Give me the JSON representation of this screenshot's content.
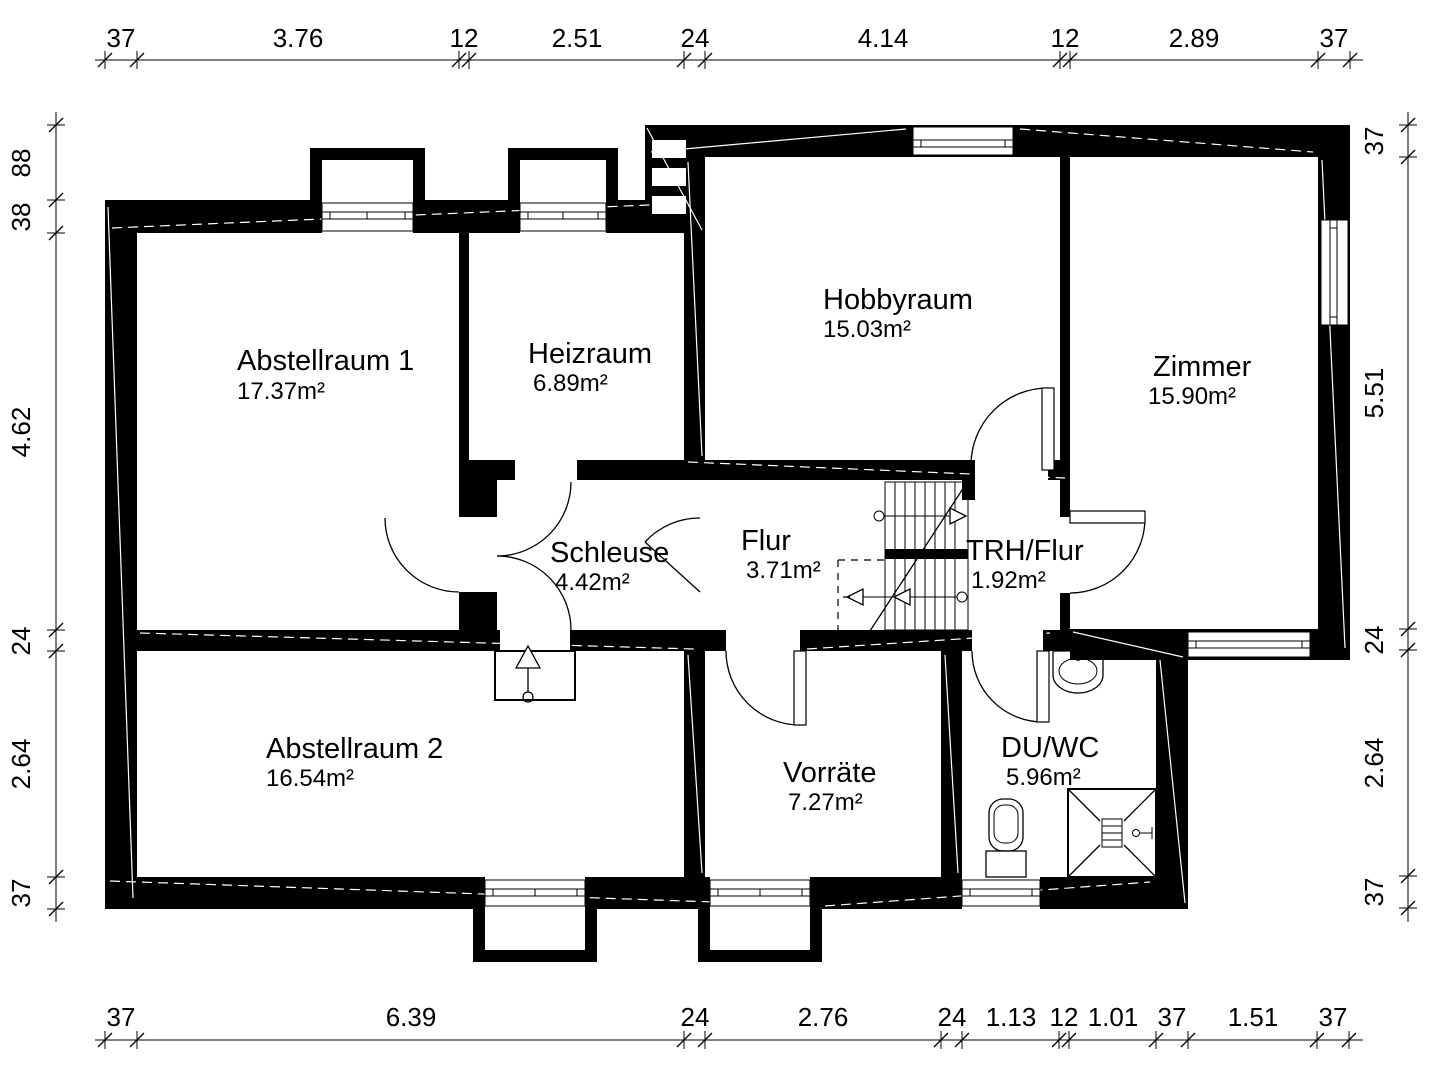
{
  "colors": {
    "ink": "#000000",
    "paper": "#ffffff"
  },
  "rooms": [
    {
      "id": "abstellraum-1",
      "name": "Abstellraum 1",
      "area": "17.37m²"
    },
    {
      "id": "heizraum",
      "name": "Heizraum",
      "area": "6.89m²"
    },
    {
      "id": "hobbyraum",
      "name": "Hobbyraum",
      "area": "15.03m²"
    },
    {
      "id": "zimmer",
      "name": "Zimmer",
      "area": "15.90m²"
    },
    {
      "id": "schleuse",
      "name": "Schleuse",
      "area": "4.42m²"
    },
    {
      "id": "flur",
      "name": "Flur",
      "area": "3.71m²"
    },
    {
      "id": "trh-flur",
      "name": "TRH/Flur",
      "area": "1.92m²"
    },
    {
      "id": "abstellraum-2",
      "name": "Abstellraum 2",
      "area": "16.54m²"
    },
    {
      "id": "vorraete",
      "name": "Vorräte",
      "area": "7.27m²"
    },
    {
      "id": "du-wc",
      "name": "DU/WC",
      "area": "5.96m²"
    }
  ],
  "dimensions": {
    "top": [
      "37",
      "3.76",
      "12",
      "2.51",
      "24",
      "4.14",
      "12",
      "2.89",
      "37"
    ],
    "bottom": [
      "37",
      "6.39",
      "24",
      "2.76",
      "24",
      "1.13",
      "12",
      "1.01",
      "37",
      "1.51",
      "37"
    ],
    "left": [
      "88",
      "38",
      "4.62",
      "24",
      "2.64",
      "37"
    ],
    "right": [
      "37",
      "5.51",
      "24",
      "2.64",
      "37"
    ]
  }
}
